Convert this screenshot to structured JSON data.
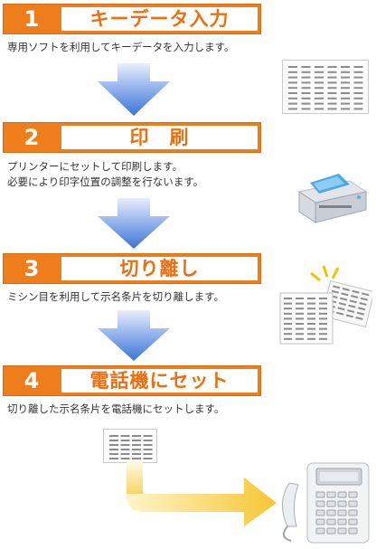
{
  "steps": [
    {
      "number": "1",
      "title": "キーデータ入力",
      "description": "専用ソフトを利用してキーデータを入力します。"
    },
    {
      "number": "2",
      "title": "印　刷",
      "description_lines": [
        "プリンターにセットして印刷します。",
        "必要により印字位置の調整を行ないます。"
      ]
    },
    {
      "number": "3",
      "title": "切り離し",
      "description": "ミシン目を利用して示名条片を切り離します。"
    },
    {
      "number": "4",
      "title": "電話機にセット",
      "description": "切り離した示名条片を電話機にセットします。"
    }
  ],
  "colors": {
    "accent": "#ee7d1c",
    "title_text": "#ee6e0f",
    "arrow_blue": "#4a84d8",
    "final_arrow": "#f6c23a"
  },
  "icons": [
    "key-data-sheet-icon",
    "printer-icon",
    "perforated-sheets-icon",
    "label-strip-icon",
    "telephone-icon"
  ]
}
